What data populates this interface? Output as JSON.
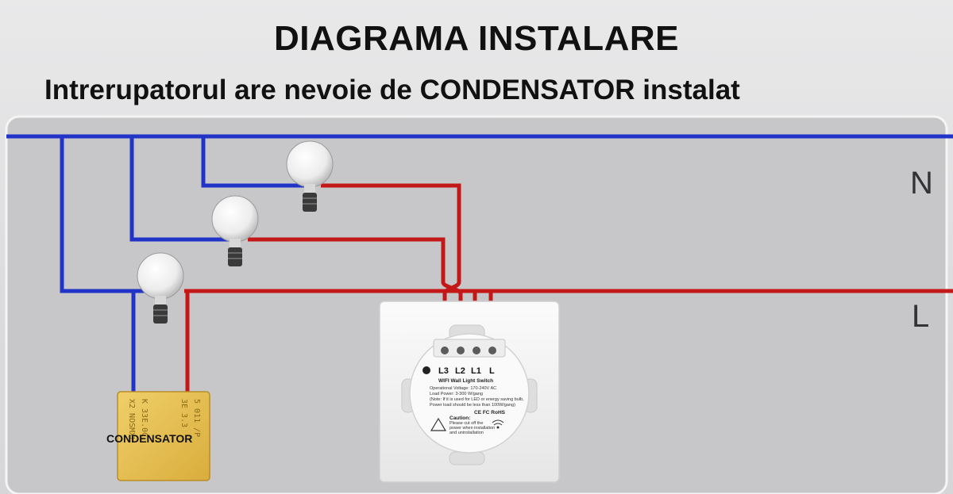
{
  "header": {
    "title": "DIAGRAMA INSTALARE",
    "subtitle": "Intrerupatorul are nevoie de CONDENSATOR instalat"
  },
  "lines": {
    "neutral": "N",
    "live": "L"
  },
  "switch": {
    "terminals": [
      "L3",
      "L2",
      "L1",
      "L"
    ],
    "product_name": "WIFI Wall Light Switch",
    "spec_voltage": "Operational Voltage: 170-240V AC",
    "spec_load": "Load Power: 3-300 W/gang",
    "spec_note": "(Note: If it is used for LED or energy saving bulb,",
    "spec_note2": "Power load should be less than 100W/gang)",
    "certifications": "CE FC RoHS",
    "caution_title": "Caution:",
    "caution_1": "Please cut off the",
    "caution_2": "power when installation",
    "caution_3": "and uninstallation"
  },
  "capacitor": {
    "label": "CONDENSATOR",
    "print_1": "5  011 /P",
    "print_2": "3E  3.3",
    "print_3": "K 33E.0C",
    "print_4": "X2  NOSMXL"
  },
  "colors": {
    "neutral_wire": "#2233c8",
    "live_wire": "#c41717",
    "capacitor_body": "#e9c45a"
  }
}
